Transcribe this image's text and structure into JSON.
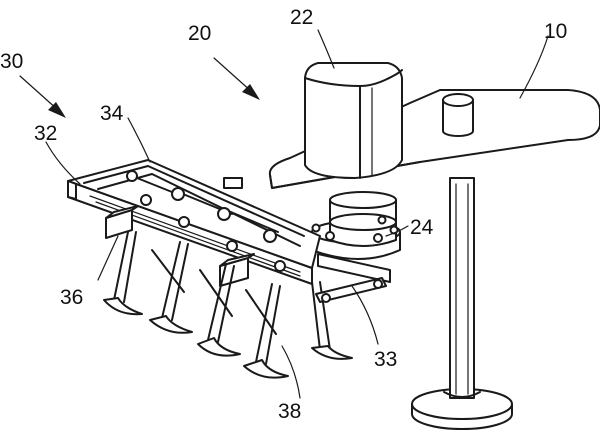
{
  "labels": {
    "l10": "10",
    "l20": "20",
    "l22": "22",
    "l24": "24",
    "l30": "30",
    "l32": "32",
    "l33": "33",
    "l34": "34",
    "l36": "36",
    "l38": "38"
  },
  "colors": {
    "ink": "#1a1a1a",
    "paper": "#ffffff"
  }
}
